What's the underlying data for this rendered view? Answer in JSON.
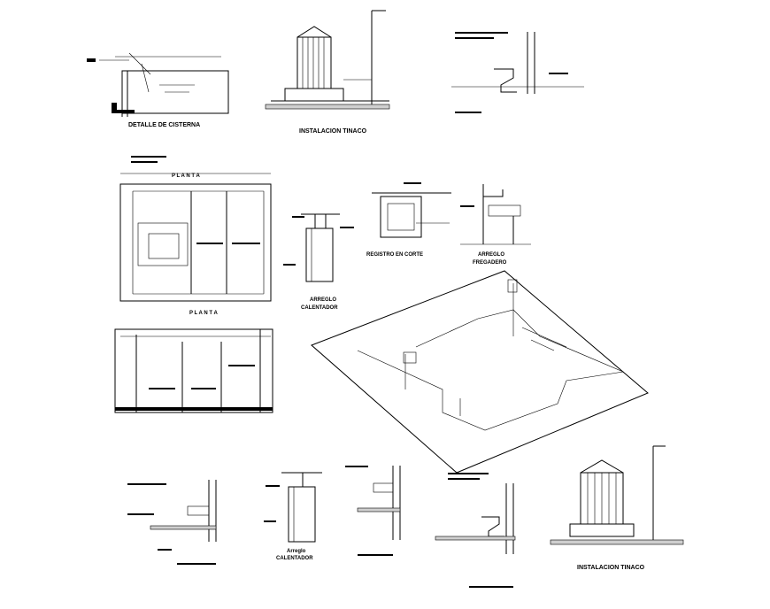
{
  "drawing": {
    "labels": {
      "cisterna": "DETALLE DE CISTERNA",
      "tinaco_top": "INSTALACION TINACO",
      "registro": "REGISTRO EN CORTE",
      "fregadero_1": "ARREGLO",
      "fregadero_2": "FREGADERO",
      "calentador_mid_1": "ARREGLO",
      "calentador_mid_2": "CALENTADOR",
      "calentador_bot_1": "Arreglo",
      "calentador_bot_2": "CALENTADOR",
      "tinaco_bottom": "INSTALACION TINACO",
      "planta_top": "P L A N T A",
      "planta_bottom": "P L A N T A"
    }
  }
}
